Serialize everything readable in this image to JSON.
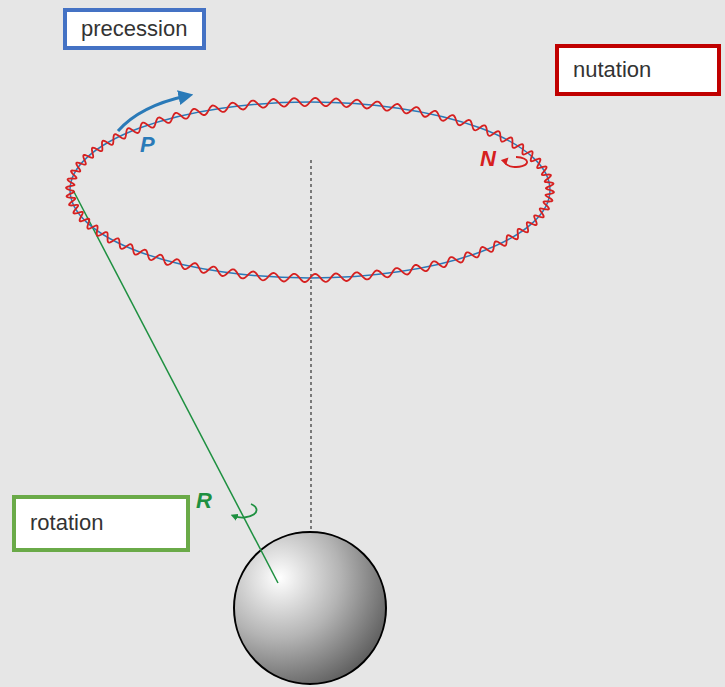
{
  "diagram": {
    "nodes": [
      {
        "text": [
          "precession"
        ]
      },
      {
        "text": [
          "nutation"
        ]
      },
      {
        "text": [
          "rotation"
        ]
      }
    ],
    "edges": [],
    "labels": [
      "P",
      "N",
      "R"
    ]
  }
}
